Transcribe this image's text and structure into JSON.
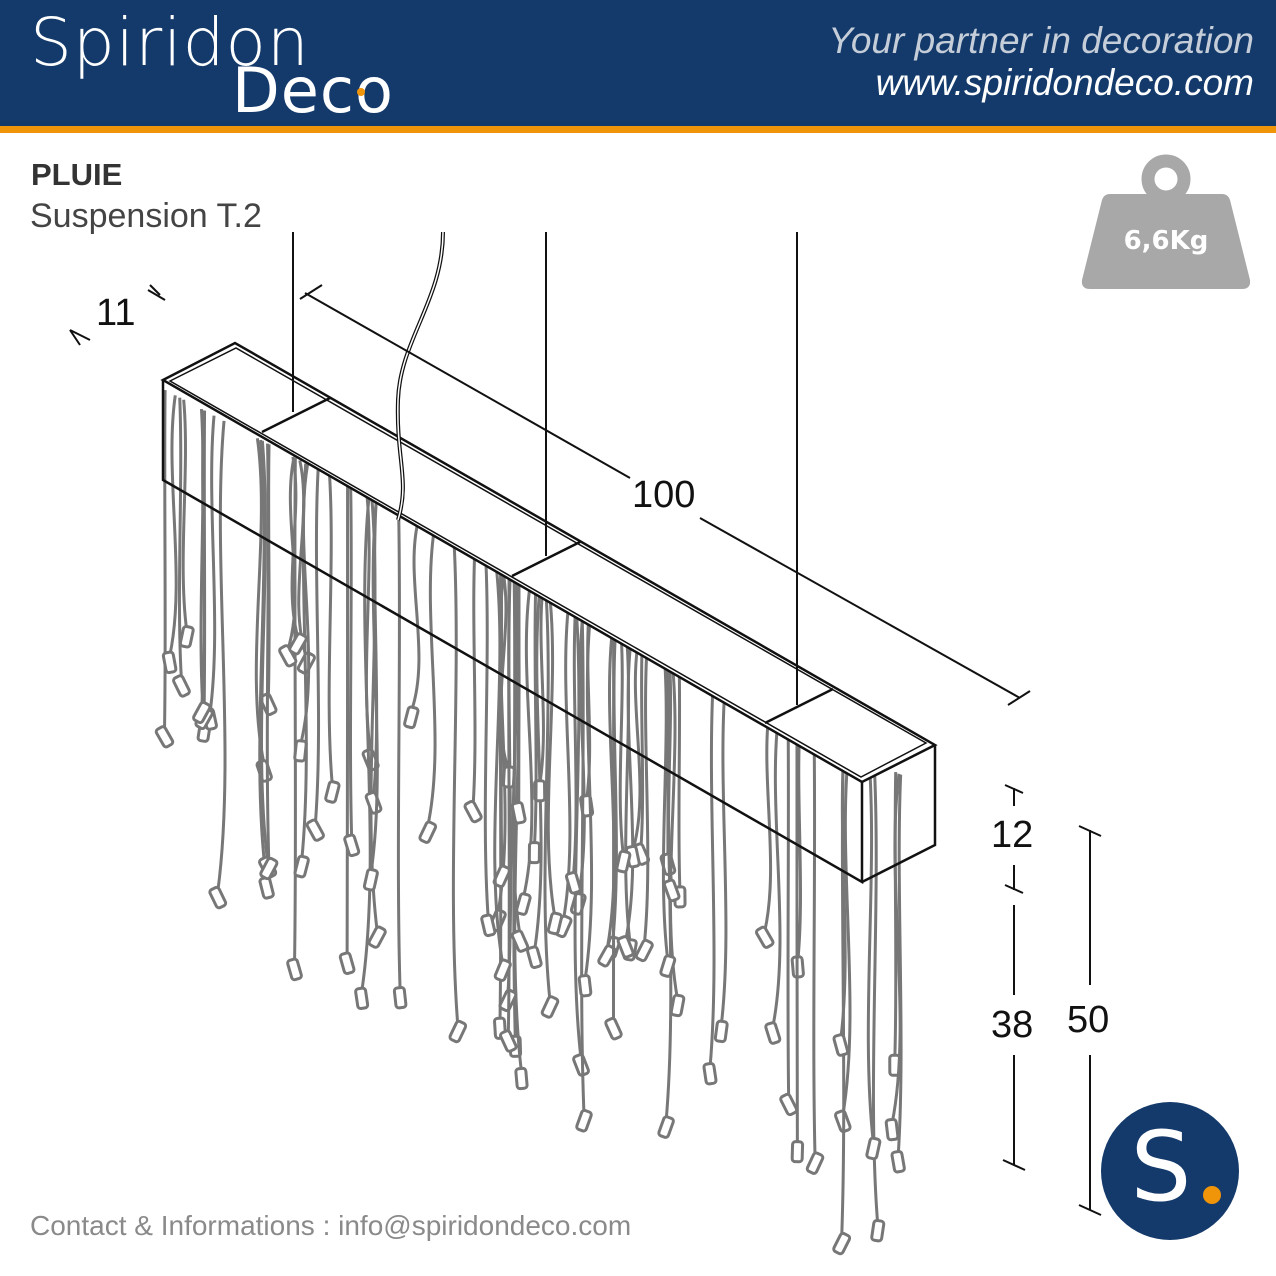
{
  "header": {
    "logo_line1": "Spiridon",
    "logo_line2": "Deco",
    "tagline": "Your partner in decoration",
    "website": "www.spiridondeco.com"
  },
  "product": {
    "name": "PLUIE",
    "type": "Suspension T.2",
    "weight": "6,6Kg"
  },
  "dimensions": {
    "depth": "11",
    "length": "100",
    "shade_height": "12",
    "drop_height": "38",
    "total_height": "50"
  },
  "footer": {
    "contact": "Contact & Informations : info@spiridondeco.com",
    "badge_letter": "S"
  },
  "colors": {
    "brand_blue": "#143a6b",
    "brand_orange": "#f0940a",
    "weight_gray": "#a8a8a8"
  }
}
